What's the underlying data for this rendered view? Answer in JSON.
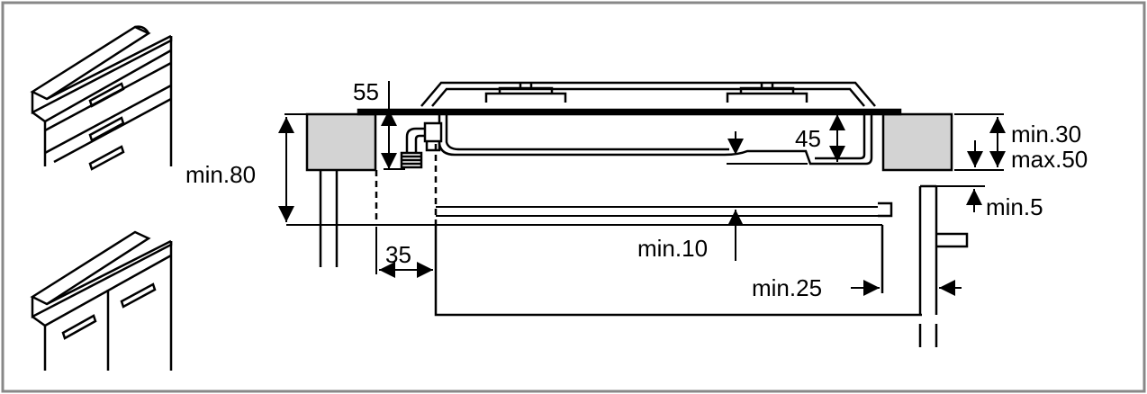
{
  "labels": {
    "d55": "55",
    "d45": "45",
    "min80": "min.80",
    "min30": "min.30",
    "max50": "max.50",
    "min5": "min.5",
    "d35": "35",
    "min10": "min.10",
    "min25": "min.25"
  },
  "colors": {
    "border": "#888888",
    "line": "#000000",
    "worktop_fill": "#d3d3d3",
    "background": "#ffffff"
  }
}
